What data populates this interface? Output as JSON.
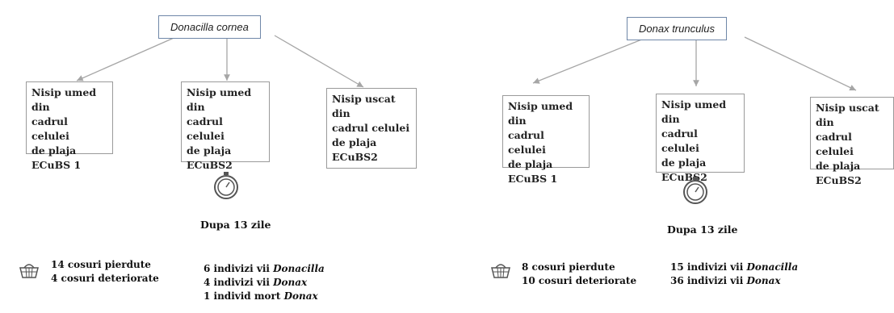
{
  "left": {
    "root": "Donacilla cornea",
    "boxes": [
      {
        "l1": "Nisip umed din",
        "l2": "cadrul celulei",
        "l3": "de plaja",
        "l4": "ECuBS 1"
      },
      {
        "l1": "Nisip umed din",
        "l2": "cadrul celulei",
        "l3": "de plaja",
        "l4": "ECuBS2"
      },
      {
        "l1": "Nisip uscat din",
        "l2": "cadrul celulei",
        "l3": "de plaja",
        "l4": "ECuBS2"
      }
    ],
    "after": "Dupa 13 zile",
    "baskets": [
      "14 cosuri pierdute",
      "4 cosuri deteriorate"
    ],
    "individuals": [
      {
        "text": "6 indivizi vii ",
        "species": "Donacilla"
      },
      {
        "text": "4 indivizi vii ",
        "species": "Donax"
      },
      {
        "text": "1 individ mort ",
        "species": "Donax"
      }
    ]
  },
  "right": {
    "root": "Donax trunculus",
    "boxes": [
      {
        "l1": "Nisip umed din",
        "l2": "cadrul celulei",
        "l3": "de plaja",
        "l4": "ECuBS 1"
      },
      {
        "l1": "Nisip umed din",
        "l2": "cadrul celulei",
        "l3": "de plaja",
        "l4": "ECuBS2"
      },
      {
        "l1": "Nisip uscat din",
        "l2": "cadrul celulei",
        "l3": "de plaja",
        "l4": "ECuBS2"
      }
    ],
    "after": "Dupa 13 zile",
    "baskets": [
      "8 cosuri pierdute",
      "10 cosuri deteriorate"
    ],
    "individuals": [
      {
        "text": "15 indivizi vii ",
        "species": "Donacilla"
      },
      {
        "text": "36 indivizi vii ",
        "species": "Donax"
      }
    ]
  },
  "colors": {
    "arrow": "#a6a6a6",
    "root_border": "#6f87a8",
    "icon": "#555555"
  },
  "icons": [
    "stopwatch-icon",
    "basket-icon"
  ]
}
